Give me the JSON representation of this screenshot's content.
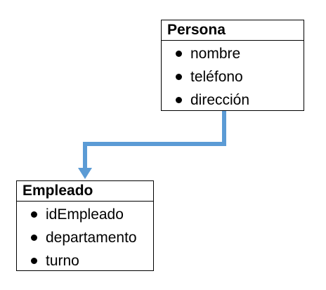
{
  "diagram": {
    "persona": {
      "title": "Persona",
      "attributes": [
        "nombre",
        "teléfono",
        "dirección"
      ]
    },
    "empleado": {
      "title": "Empleado",
      "attributes": [
        "idEmpleado",
        "departamento",
        "turno"
      ]
    },
    "connector": {
      "color": "#5B9BD5",
      "from": "Persona",
      "to": "Empleado"
    }
  }
}
